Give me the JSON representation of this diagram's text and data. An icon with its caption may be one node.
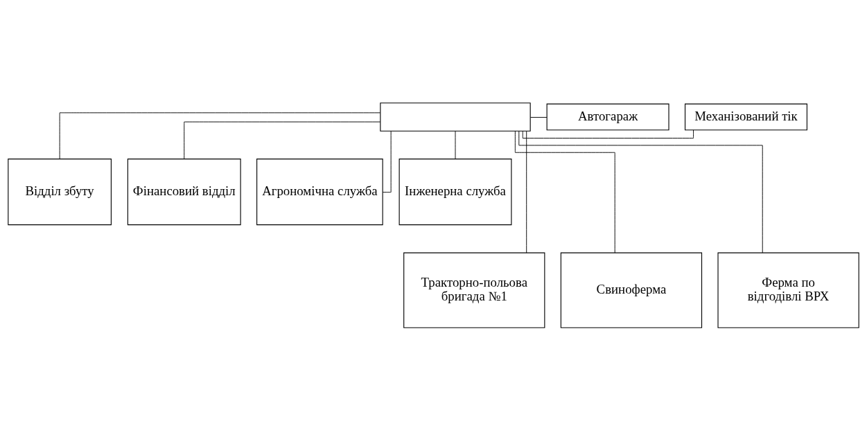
{
  "diagram": {
    "nodes": [
      {
        "text": [],
        "shape": "box"
      },
      {
        "text": [
          "Механізований тік"
        ]
      },
      {
        "text": [
          "Автогараж"
        ]
      },
      {
        "text": [
          "Відділ збуту"
        ]
      },
      {
        "text": [
          "Фінансовий відділ"
        ]
      },
      {
        "text": [
          "Агрономічна служба"
        ]
      },
      {
        "text": [
          "Інженерна служба"
        ]
      },
      {
        "text": [
          "Тракторно-польова бригада №1"
        ]
      },
      {
        "text": [
          "Свиноферма"
        ]
      },
      {
        "text": [
          "Ферма по відгодівлі ВРХ"
        ]
      }
    ],
    "edges": [
      {
        "from": 0,
        "to": 1,
        "arrow": "none"
      },
      {
        "from": 0,
        "to": 2,
        "arrow": "none"
      },
      {
        "from": 0,
        "to": 3,
        "arrow": "none"
      },
      {
        "from": 0,
        "to": 4,
        "arrow": "none"
      },
      {
        "from": 0,
        "to": 5,
        "arrow": "none"
      },
      {
        "from": 0,
        "to": 6,
        "arrow": "none"
      },
      {
        "from": 0,
        "to": 7,
        "arrow": "none"
      },
      {
        "from": 0,
        "to": 8,
        "arrow": "none"
      },
      {
        "from": 0,
        "to": 9,
        "arrow": "none"
      }
    ]
  }
}
